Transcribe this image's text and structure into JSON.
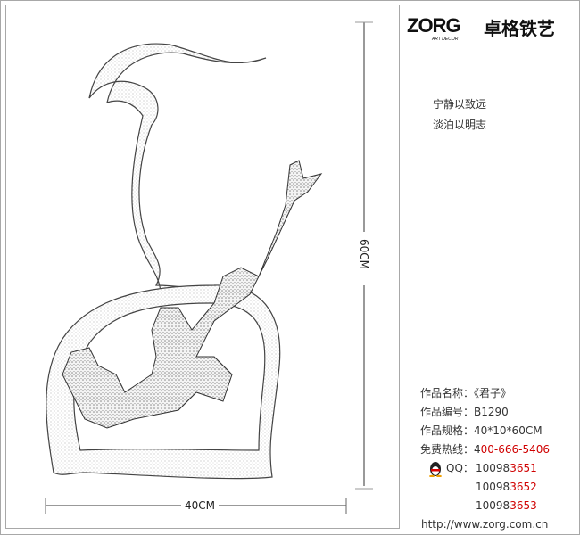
{
  "brand": {
    "logo_text": "ZORG",
    "logo_sub": "ART DECOR",
    "name_cn": "卓格铁艺"
  },
  "motto": [
    "宁静以致远",
    "淡泊以明志"
  ],
  "dimensions": {
    "height_label": "60CM",
    "width_label": "40CM"
  },
  "info": {
    "name_label": "作品名称：",
    "name_value": "《君子》",
    "code_label": "作品编号：",
    "code_value": "B1290",
    "spec_label": "作品规格：",
    "spec_value": "40*10*60CM",
    "hotline_label": "免费热线：",
    "hotline_prefix": "4",
    "hotline_value": "00-666-5406",
    "qq_label": "QQ：",
    "qq": [
      {
        "prefix": "10098",
        "suffix": "3651"
      },
      {
        "prefix": "10098",
        "suffix": "3652"
      },
      {
        "prefix": "10098",
        "suffix": "3653"
      }
    ],
    "website": "http://www.zorg.com.cn"
  },
  "colors": {
    "accent": "#d00000",
    "text": "#333333",
    "frame": "#a8a8a8"
  }
}
